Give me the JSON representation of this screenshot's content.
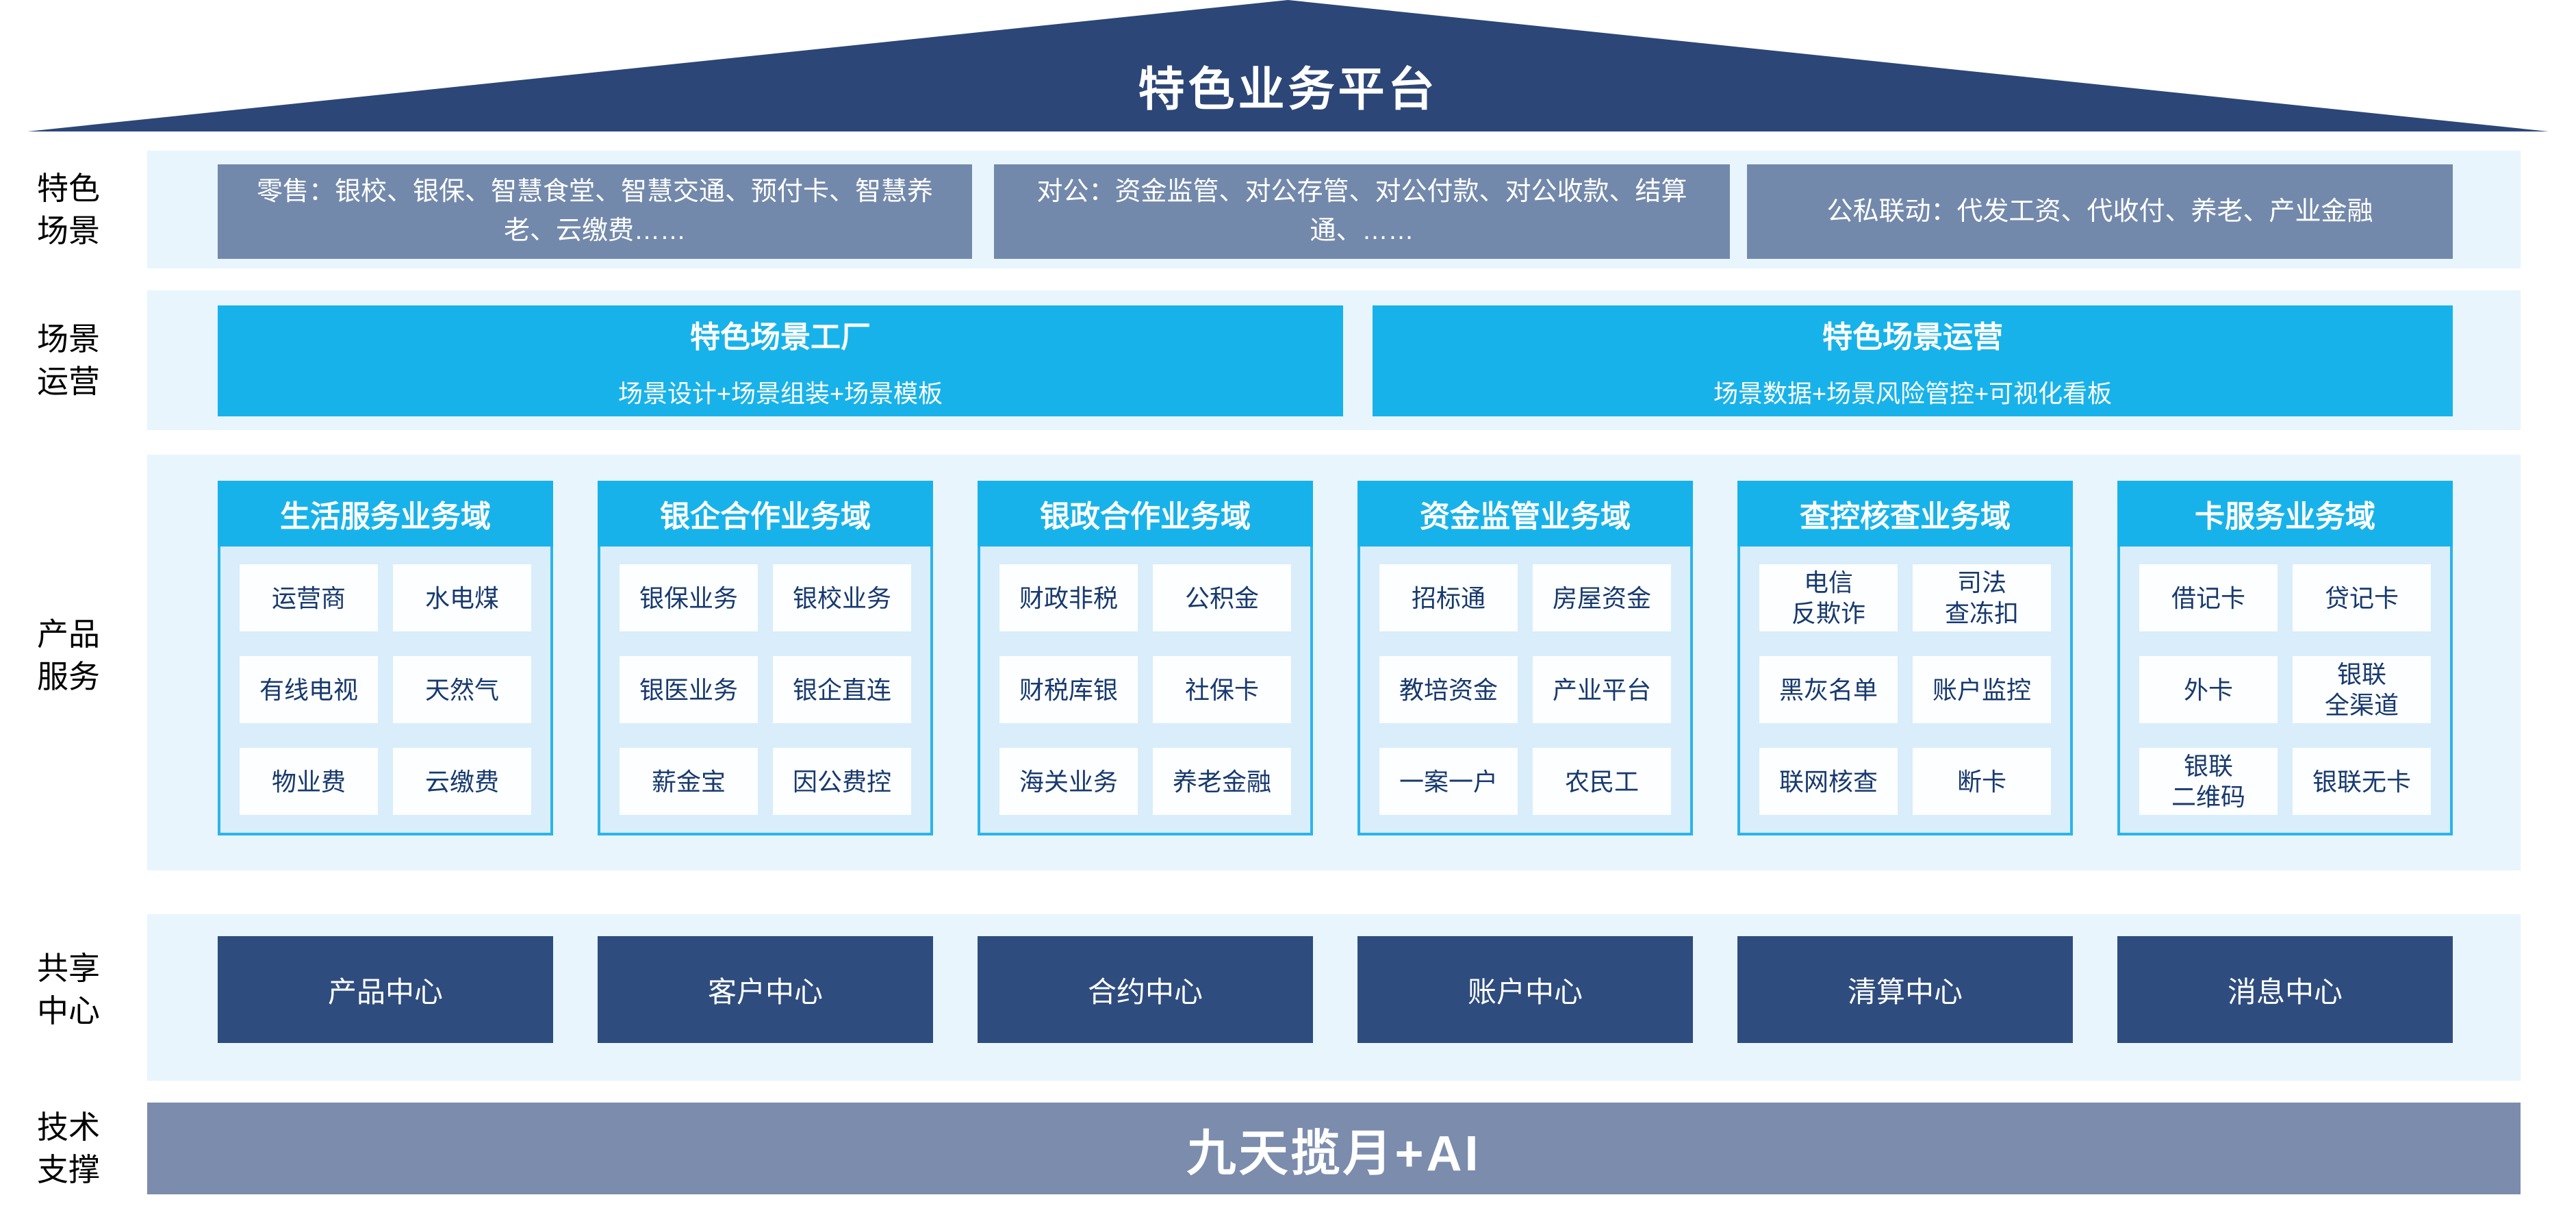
{
  "roof": {
    "title": "特色业务平台"
  },
  "side_labels": [
    "特色\n场景",
    "场景\n运营",
    "产品\n服务",
    "共享\n中心",
    "技术\n支撑"
  ],
  "scene_row": {
    "boxes": [
      "零售：银校、银保、智慧食堂、智慧交通、预付卡、智慧养老、云缴费……",
      "对公：资金监管、对公存管、对公付款、对公收款、结算通、……",
      "公私联动：代发工资、代收付、养老、产业金融"
    ]
  },
  "operation_row": {
    "boxes": [
      {
        "title": "特色场景工厂",
        "subtitle": "场景设计+场景组装+场景模板"
      },
      {
        "title": "特色场景运营",
        "subtitle": "场景数据+场景风险管控+可视化看板"
      }
    ]
  },
  "product_row": {
    "columns": [
      {
        "header": "生活服务业务域",
        "cells": [
          "运营商",
          "水电煤",
          "有线电视",
          "天然气",
          "物业费",
          "云缴费"
        ]
      },
      {
        "header": "银企合作业务域",
        "cells": [
          "银保业务",
          "银校业务",
          "银医业务",
          "银企直连",
          "薪金宝",
          "因公费控"
        ]
      },
      {
        "header": "银政合作业务域",
        "cells": [
          "财政非税",
          "公积金",
          "财税库银",
          "社保卡",
          "海关业务",
          "养老金融"
        ]
      },
      {
        "header": "资金监管业务域",
        "cells": [
          "招标通",
          "房屋资金",
          "教培资金",
          "产业平台",
          "一案一户",
          "农民工"
        ]
      },
      {
        "header": "查控核查业务域",
        "cells": [
          "电信\n反欺诈",
          "司法\n查冻扣",
          "黑灰名单",
          "账户监控",
          "联网核查",
          "断卡"
        ]
      },
      {
        "header": "卡服务业务域",
        "cells": [
          "借记卡",
          "贷记卡",
          "外卡",
          "银联\n全渠道",
          "银联\n二维码",
          "银联无卡"
        ]
      }
    ]
  },
  "share_row": {
    "boxes": [
      "产品中心",
      "客户中心",
      "合约中心",
      "账户中心",
      "清算中心",
      "消息中心"
    ]
  },
  "tech_row": {
    "text": "九天揽月+AI"
  },
  "colors": {
    "roof": "#2d4678",
    "scene_box": "#7389ab",
    "cyan": "#18b2ea",
    "band": "#e8f5fd",
    "panel": "#d9edfa",
    "panel_border": "#2ab4ec",
    "cell_bg": "#fdfeff",
    "cell_text": "#17396e",
    "share_box": "#2e4c7e",
    "tech_bar": "#7b8cad"
  }
}
